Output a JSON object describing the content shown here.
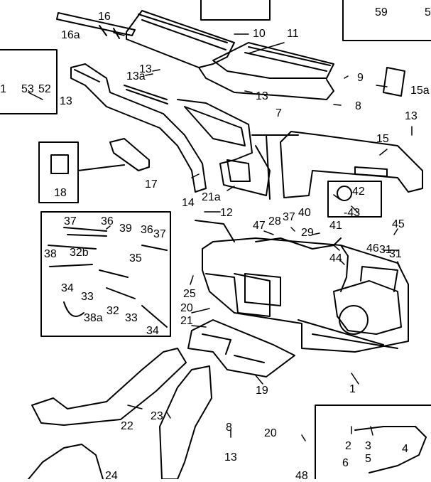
{
  "diagram": {
    "part_labels": {
      "p16": "16",
      "p16a": "16a",
      "p10": "10",
      "p11": "11",
      "p59": "59",
      "p5top": "5",
      "p53": "53",
      "p52": "52",
      "p1left": "1",
      "p13a": "13",
      "p13b": "13a",
      "p13c": "13",
      "p9": "9",
      "p13d": "13",
      "p7": "7",
      "p8": "8",
      "p15a": "15a",
      "p13e": "13",
      "p15": "15",
      "p18": "18",
      "p17": "17",
      "p14": "14",
      "p21a": "21a",
      "p12": "12",
      "p42": "42",
      "p43": "-43",
      "p37a": "37",
      "p36a": "36",
      "p39": "39",
      "p36b": "36",
      "p37b": "37",
      "p38": "38",
      "p32b": "32b",
      "p35": "35",
      "p34a": "34",
      "p33a": "33",
      "p32": "32",
      "p33b": "33",
      "p38a": "38a",
      "p34b": "34",
      "p47": "47",
      "p28": "28",
      "p37c": "37",
      "p40": "40",
      "p29": "29",
      "p41": "41",
      "p45": "45",
      "p44": "44",
      "p46": "46",
      "p31a": "31",
      "p31b": "31",
      "p25": "25",
      "p20": "20",
      "p21": "21",
      "p19": "19",
      "p1main": "1",
      "p22": "22",
      "p23": "23",
      "p24": "24",
      "p8b": "8",
      "p13f": "13",
      "p20b": "20",
      "p48": "48",
      "p2": "2",
      "p3": "3",
      "p5b": "5",
      "p4": "4",
      "p6": "6"
    }
  }
}
